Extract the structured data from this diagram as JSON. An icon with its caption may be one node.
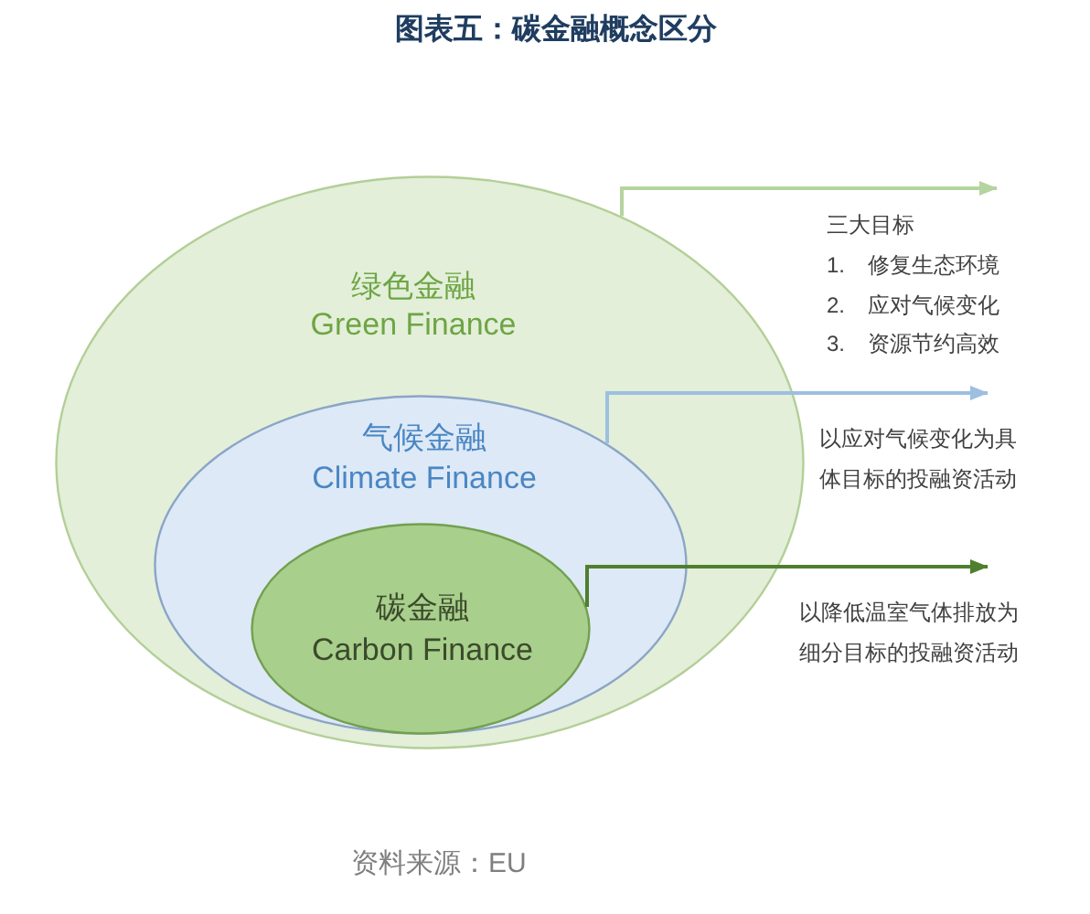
{
  "diagram": {
    "title": "图表五：碳金融概念区分",
    "nodes": [
      {
        "text": [
          "绿色金融",
          "Green Finance"
        ]
      },
      {
        "text": [
          "气候金融",
          "Climate Finance"
        ],
        "in": 0
      },
      {
        "text": [
          "碳金融",
          "Carbon Finance"
        ],
        "in": 1
      }
    ],
    "edges": [
      {
        "from": 0,
        "to": null,
        "arrow": "to",
        "color": "#b5d4a0"
      },
      {
        "from": 1,
        "to": null,
        "arrow": "to",
        "color": "#9dbfe0"
      },
      {
        "from": 2,
        "to": null,
        "arrow": "to",
        "color": "#4f7f2e"
      }
    ],
    "labels": [
      "三大目标",
      "1. 修复生态环境",
      "2. 应对气候变化",
      "3. 资源节约高效",
      "以应对气候变化为具体目标的投融资活动",
      "以降低温室气体排放为细分目标的投融资活动"
    ],
    "caption": "资料来源：EU"
  }
}
